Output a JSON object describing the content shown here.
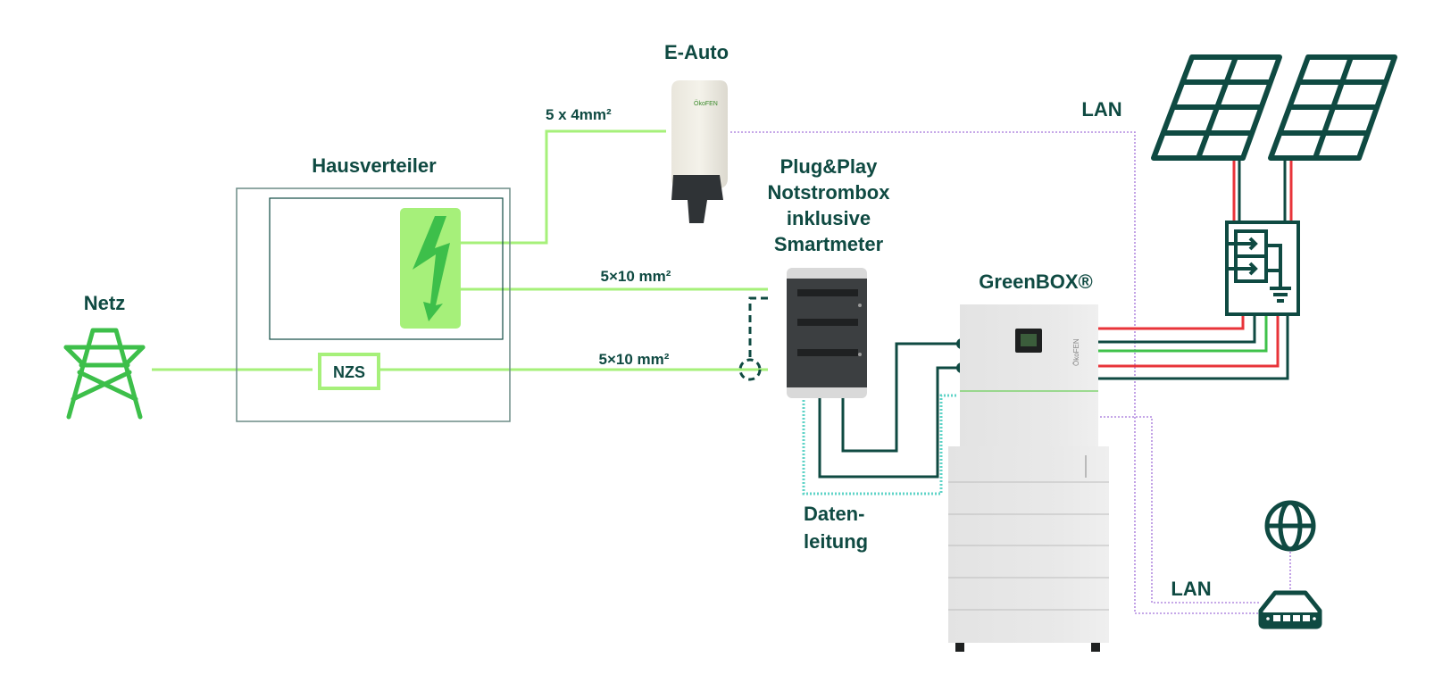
{
  "diagram": {
    "title": "GreenBOX system wiring diagram",
    "colors": {
      "text": "#0f4a42",
      "power_line": "#a6f07a",
      "device_dark": "#0f4a42",
      "tower": "#3dbf4a",
      "pv_red": "#e8343a",
      "pv_green": "#3fc24a",
      "lan": "#b48be0",
      "data": "#5fd3c7",
      "box_border": "#6c8c86"
    },
    "nodes": {
      "grid": {
        "label": "Netz",
        "icon": "power-tower-icon"
      },
      "distribution": {
        "label": "Hausverteiler",
        "icon": "lightning-bolt-icon"
      },
      "meter": {
        "label": "NZS"
      },
      "ev": {
        "label": "E-Auto",
        "icon": "wallbox-charger-icon",
        "brand": "ÖkoFEN"
      },
      "backup_box": {
        "label_lines": [
          "Plug&Play",
          "Notstrombox",
          "inklusive",
          "Smartmeter"
        ],
        "icon": "distribution-cabinet-icon"
      },
      "greenbox": {
        "label": "GreenBOX®",
        "icon": "battery-storage-icon",
        "brand": "ÖkoFEN"
      },
      "pv": {
        "icon": "solar-panel-icon",
        "count": 2
      },
      "combiner": {
        "icon": "pv-combiner-box-icon"
      },
      "internet": {
        "icon": "globe-icon"
      },
      "router": {
        "icon": "router-icon"
      }
    },
    "edges": {
      "ev_cable": {
        "label": "5 x 4mm²"
      },
      "backup_cable_top": {
        "label": "5×10 mm²"
      },
      "backup_cable_bottom": {
        "label": "5×10 mm²"
      },
      "data_line": {
        "label_lines": [
          "Daten-",
          "leitung"
        ]
      },
      "lan_top": {
        "label": "LAN"
      },
      "lan_bottom": {
        "label": "LAN"
      }
    }
  }
}
